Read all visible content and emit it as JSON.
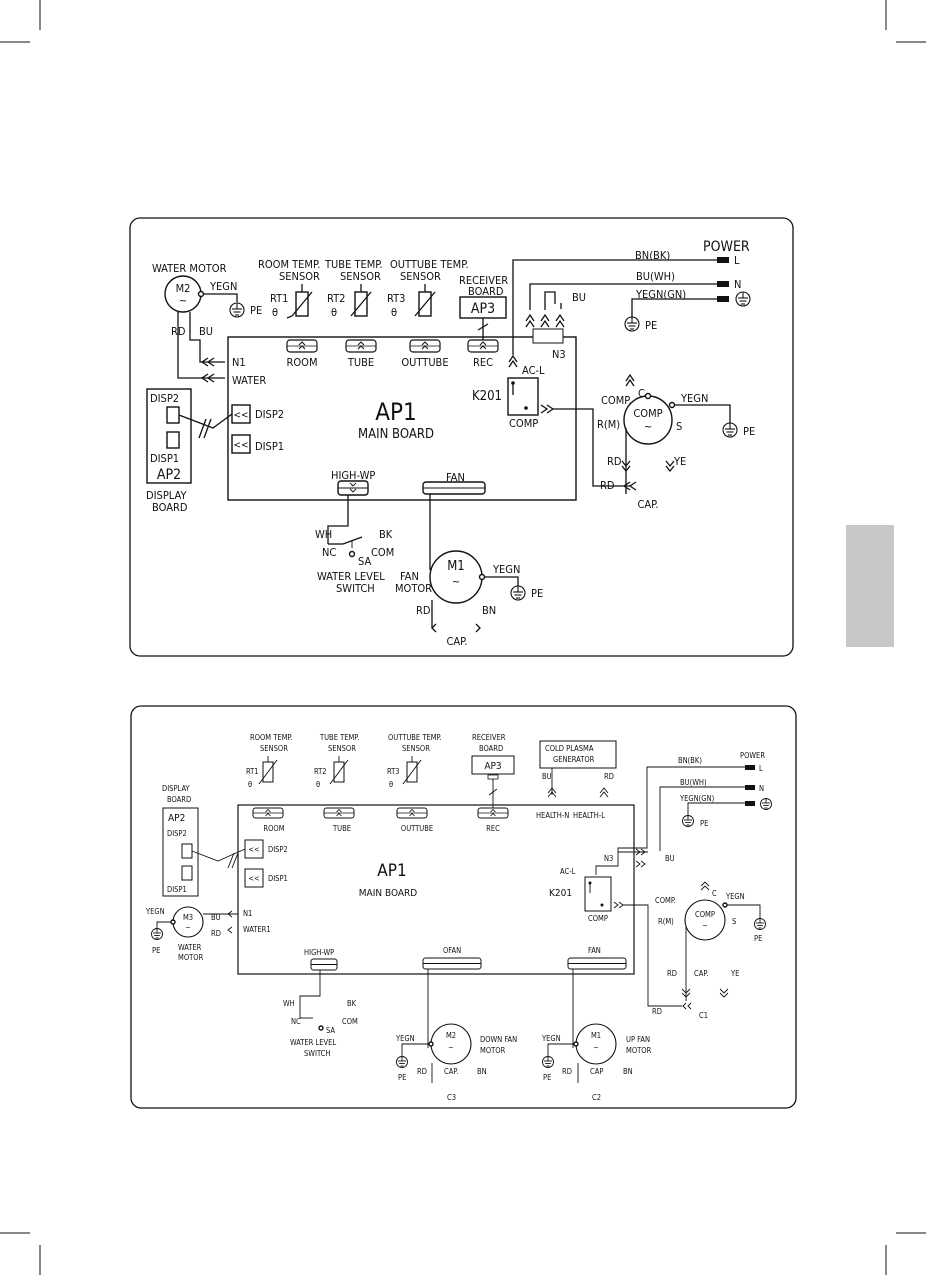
{
  "side_tab_color": "#c8c8c8",
  "d1": {
    "water_motor": "WATER MOTOR",
    "m2": "M2",
    "yegn": "YEGN",
    "pe": "PE",
    "rd": "RD",
    "bu": "BU",
    "room_temp": "ROOM TEMP.",
    "tube_temp": "TUBE TEMP.",
    "outtube_temp": "OUTTUBE TEMP.",
    "sensor": "SENSOR",
    "receiver": "RECEIVER",
    "board": "BOARD",
    "ap3": "AP3",
    "rt1": "RT1",
    "rt2": "RT2",
    "rt3": "RT3",
    "theta": "θ",
    "room": "ROOM",
    "tube": "TUBE",
    "outtube": "OUTTUBE",
    "rec": "REC",
    "n1": "N1",
    "water": "WATER",
    "disp2": "DISP2",
    "disp1": "DISP1",
    "ap2": "AP2",
    "display": "DISPLAY",
    "ap1": "AP1",
    "main_board": "MAIN BOARD",
    "power": "POWER",
    "bn_bk": "BN(BK)",
    "bu_wh": "BU(WH)",
    "yegn_gn": "YEGN(GN)",
    "l": "L",
    "n": "N",
    "n3": "N3",
    "acl": "AC-L",
    "k201": "K201",
    "comp": "COMP",
    "c": "C",
    "comp_dot": "COMP.",
    "r_m": "R(M)",
    "s": "S",
    "ye": "YE",
    "cap": "CAP.",
    "high_wp": "HIGH-WP",
    "fan": "FAN",
    "wh": "WH",
    "bk": "BK",
    "nc": "NC",
    "com": "COM",
    "sa": "SA",
    "water_level": "WATER LEVEL",
    "switch": "SWITCH",
    "fan_label": "FAN",
    "motor": "MOTOR",
    "m1": "M1",
    "bn": "BN"
  },
  "d2": {
    "room_temp": "ROOM TEMP.",
    "tube_temp": "TUBE TEMP.",
    "outtube_temp": "OUTTUBE TEMP.",
    "sensor": "SENSOR",
    "receiver": "RECEIVER",
    "board": "BOARD",
    "ap3": "AP3",
    "cold_plasma": "COLD PLASMA",
    "generator": "GENERATOR",
    "bu": "BU",
    "rd": "RD",
    "health_n": "HEALTH-N",
    "health_l": "HEALTH-L",
    "rt1": "RT1",
    "rt2": "RT2",
    "rt3": "RT3",
    "theta": "θ",
    "room": "ROOM",
    "tube": "TUBE",
    "outtube": "OUTTUBE",
    "rec": "REC",
    "display": "DISPLAY",
    "ap2": "AP2",
    "disp2": "DISP2",
    "disp1": "DISP1",
    "ap1": "AP1",
    "main_board": "MAIN BOARD",
    "yegn": "YEGN",
    "m3": "M3",
    "n1": "N1",
    "water1": "WATER1",
    "pe": "PE",
    "water": "WATER",
    "motor": "MOTOR",
    "power": "POWER",
    "bn_bk": "BN(BK)",
    "bu_wh": "BU(WH)",
    "yegn_gn": "YEGN(GN)",
    "l": "L",
    "n": "N",
    "n3": "N3",
    "acl": "AC-L",
    "k201": "K201",
    "comp": "COMP",
    "comp_dot": "COMP.",
    "c": "C",
    "r_m": "R(M)",
    "s": "S",
    "cap": "CAP.",
    "ye": "YE",
    "c1": "C1",
    "high_wp": "HIGH-WP",
    "ofan": "OFAN",
    "fan": "FAN",
    "wh": "WH",
    "bk": "BK",
    "nc": "NC",
    "com": "COM",
    "sa": "SA",
    "water_level": "WATER LEVEL",
    "switch": "SWITCH",
    "m2": "M2",
    "down_fan": "DOWN FAN",
    "bn": "BN",
    "cap_short": "CAP",
    "c3": "C3",
    "m1": "M1",
    "up_fan": "UP FAN",
    "c2": "C2"
  }
}
